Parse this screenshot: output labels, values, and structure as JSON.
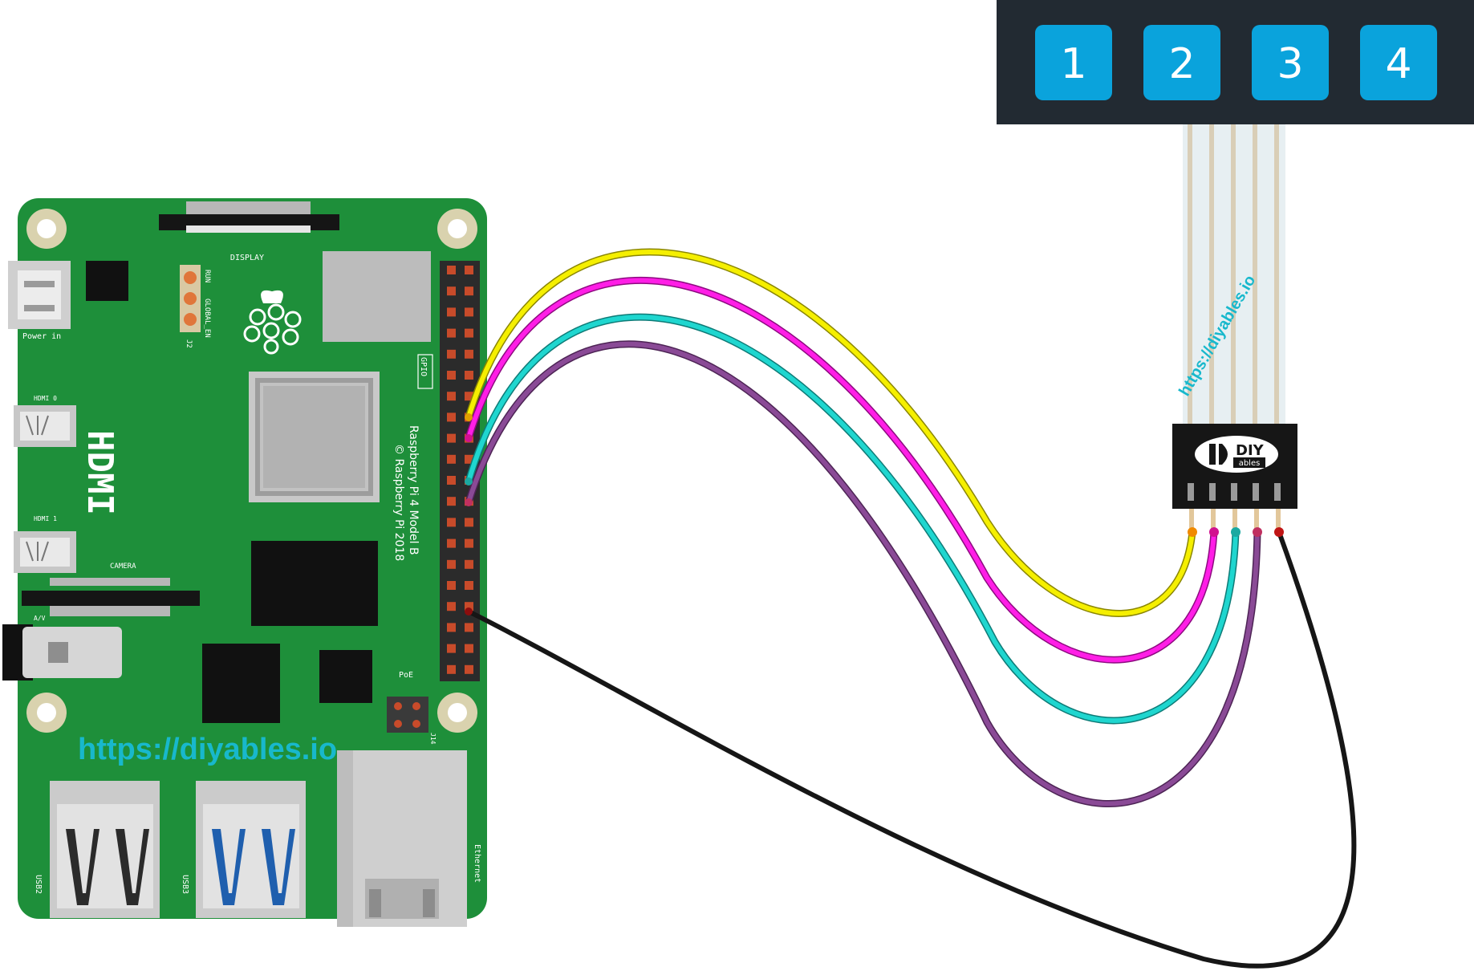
{
  "watermark": {
    "main_url": "https://diyables.io",
    "strip_url": "https://diyables.io"
  },
  "keypad": {
    "keys": [
      "1",
      "2",
      "3",
      "4"
    ],
    "key_color": "#0aa3dc",
    "body_color": "#222a32"
  },
  "connector": {
    "logo_top": "DIY",
    "logo_bottom": "ables"
  },
  "board": {
    "color": "#1e8f3a",
    "labels": {
      "display": "DISPLAY",
      "power_in": "Power in",
      "hdmi0": "HDMI 0",
      "hdmi1": "HDMI 1",
      "hdmi": "HDMI",
      "camera": "CAMERA",
      "av": "A/V",
      "poe": "PoE",
      "gpio": "GPIO",
      "model": "Raspberry Pi 4 Model B",
      "copyright": "© Raspberry Pi 2018",
      "run": "RUN",
      "global_en": "GLOBAL_EN",
      "j2": "J2",
      "j14": "J14",
      "usb2": "USB2",
      "usb3": "USB3",
      "ethernet": "Ethernet"
    }
  },
  "wires": [
    {
      "name": "yellow-wire",
      "color": "#f5ef00"
    },
    {
      "name": "magenta-wire",
      "color": "#ff1ee6"
    },
    {
      "name": "cyan-wire",
      "color": "#1fd6cf"
    },
    {
      "name": "purple-wire",
      "color": "#8a4a96"
    },
    {
      "name": "black-wire",
      "color": "#161616"
    }
  ]
}
